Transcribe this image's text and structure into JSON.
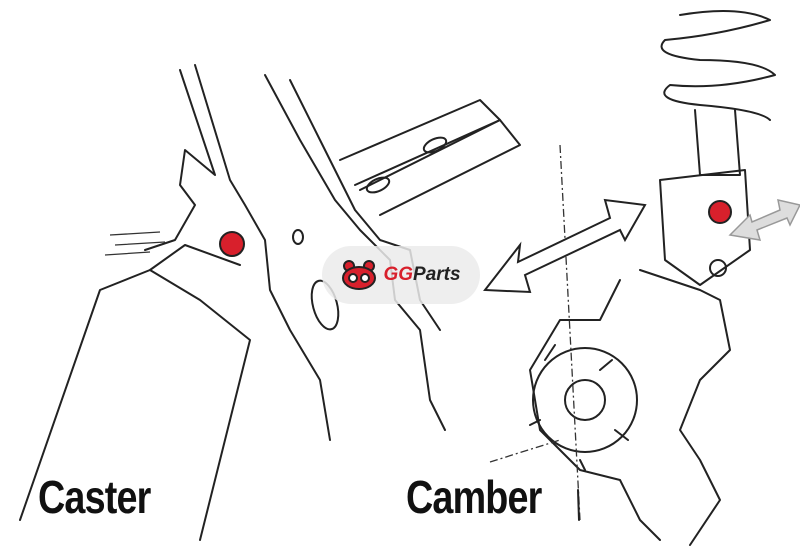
{
  "labels": {
    "caster": "Caster",
    "camber": "Camber"
  },
  "watermark": {
    "brand_prefix": "GG",
    "brand_suffix": "Parts"
  },
  "colors": {
    "bolt_red": "#d8202c",
    "line": "#222222",
    "arrow_fill": "#ffffff"
  }
}
